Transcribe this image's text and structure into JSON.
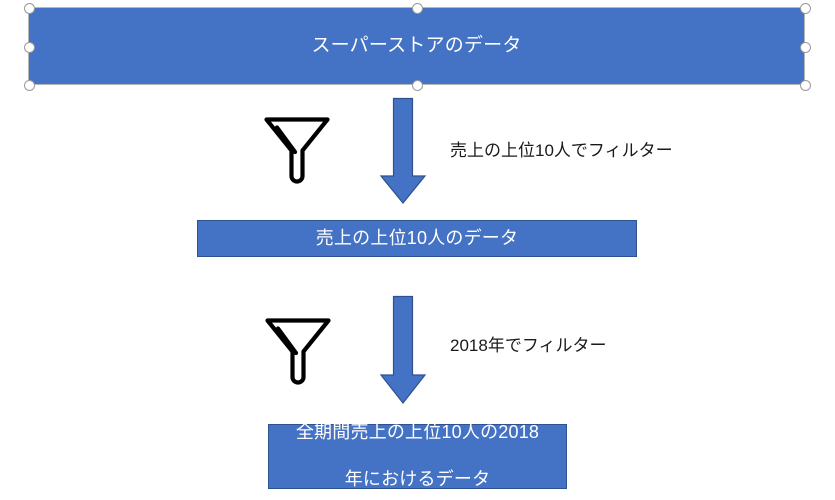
{
  "diagram": {
    "title": "",
    "accent_color": "#4472C4",
    "accent_border_color": "#2E528F",
    "text_color": "#FFFFFF",
    "caption_color": "#1A1A1A",
    "handle_fill": "#FFFFFF",
    "handle_border": "#9A9A9A",
    "boxes": [
      {
        "id": "source",
        "label": "スーパーストアのデータ",
        "selected": true
      },
      {
        "id": "top10",
        "label": "売上の上位10人のデータ",
        "selected": false
      },
      {
        "id": "result",
        "label_line1": "全期間売上の上位10人の2018",
        "label_line2": "年におけるデータ",
        "label": "全期間売上の上位10人の2018年におけるデータ",
        "selected": false
      }
    ],
    "steps": [
      {
        "icon": "funnel-icon",
        "arrow": "down-arrow",
        "caption": "売上の上位10人でフィルター"
      },
      {
        "icon": "funnel-icon",
        "arrow": "down-arrow",
        "caption": "2018年でフィルター"
      }
    ],
    "selection_handles": [
      "top-left",
      "top-center",
      "top-right",
      "middle-left",
      "middle-right",
      "bottom-left",
      "bottom-center",
      "bottom-right"
    ]
  }
}
